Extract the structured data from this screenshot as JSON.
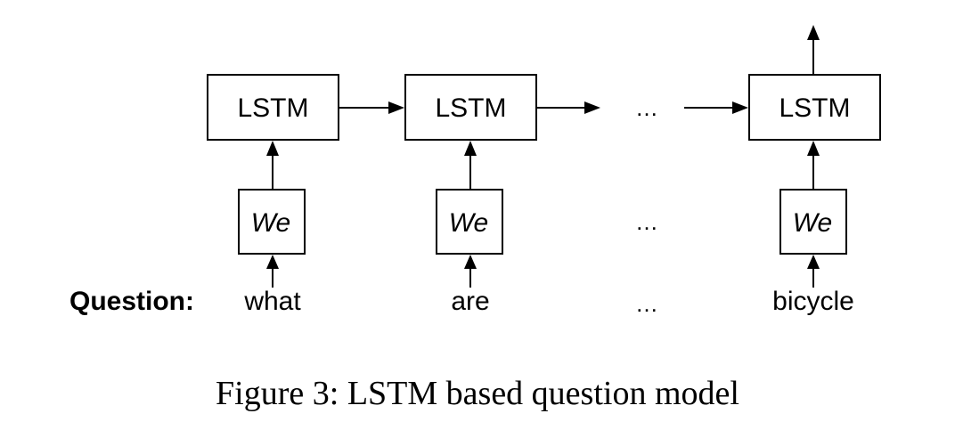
{
  "diagram": {
    "question_label": "Question:",
    "lstm_label": "LSTM",
    "embedding_label": "W",
    "embedding_subscript": "e",
    "ellipsis": "…",
    "steps": [
      {
        "word": "what"
      },
      {
        "word": "are"
      },
      {
        "word": "bicycle"
      }
    ]
  },
  "caption": "Figure 3: LSTM based question model"
}
